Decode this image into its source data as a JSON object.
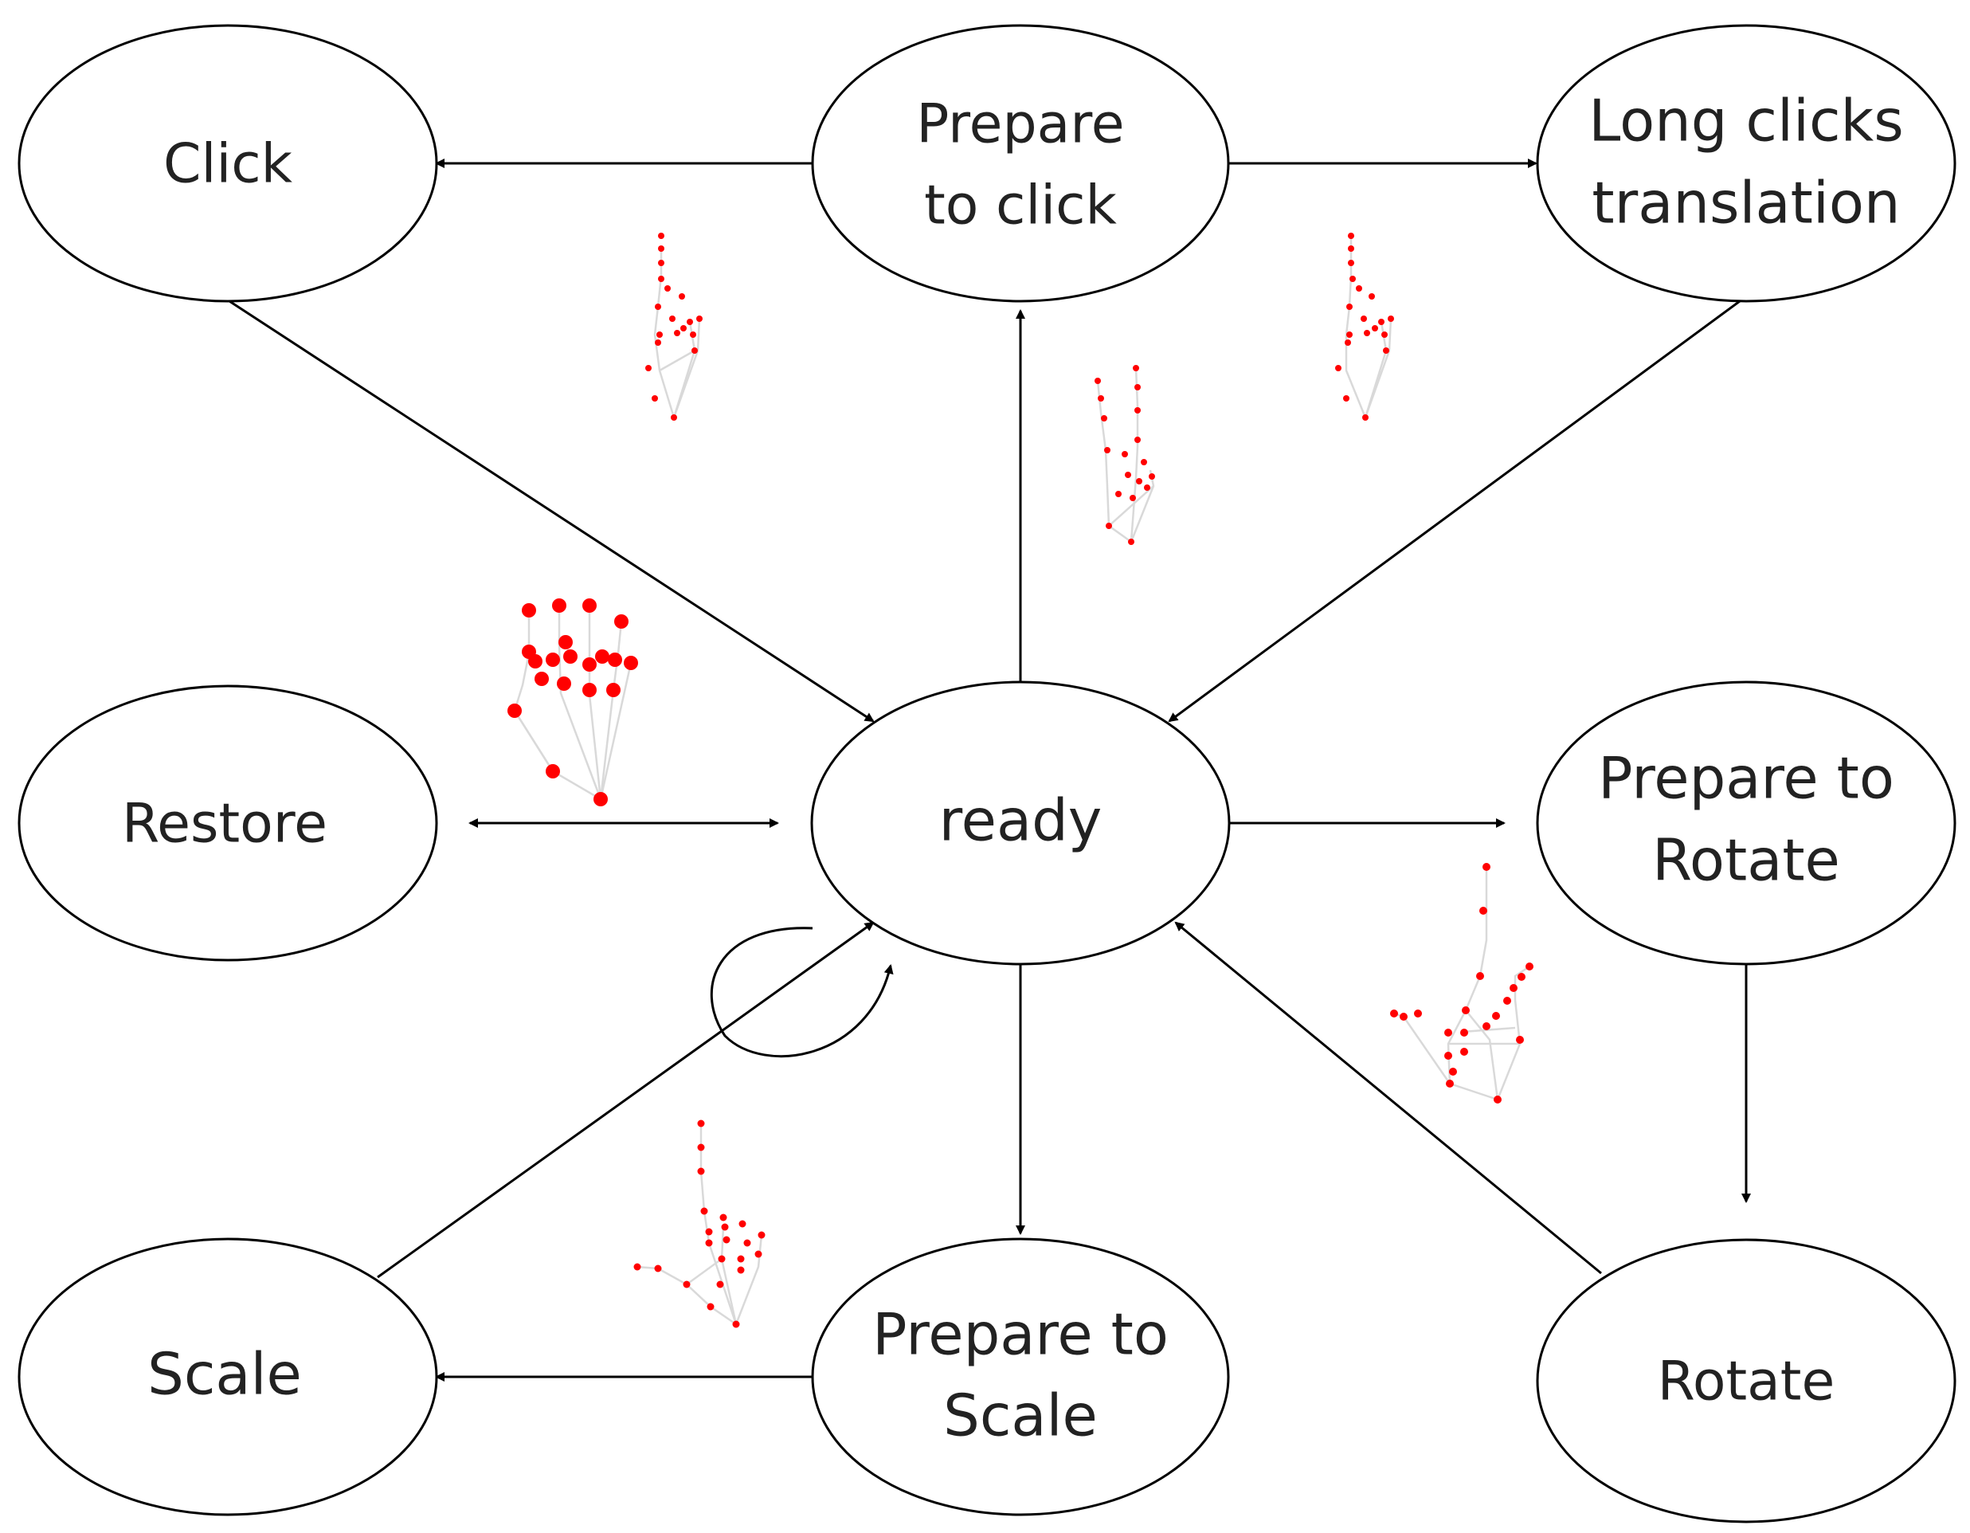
{
  "nodes": {
    "click": {
      "lines": [
        "Click"
      ]
    },
    "prepare_click": {
      "lines": [
        "Prepare",
        "to click"
      ]
    },
    "long_clicks": {
      "lines": [
        "Long clicks",
        "translation"
      ]
    },
    "restore": {
      "lines": [
        "Restore"
      ]
    },
    "ready": {
      "lines": [
        "ready"
      ]
    },
    "prepare_rotate": {
      "lines": [
        "Prepare to",
        "Rotate"
      ]
    },
    "scale": {
      "lines": [
        "Scale"
      ]
    },
    "prepare_scale": {
      "lines": [
        "Prepare to",
        "Scale"
      ]
    },
    "rotate": {
      "lines": [
        "Rotate"
      ]
    }
  },
  "edges": [
    {
      "from": "Prepare to click",
      "to": "Click"
    },
    {
      "from": "Prepare to click",
      "to": "Long clicks translation"
    },
    {
      "from": "Click",
      "to": "ready"
    },
    {
      "from": "Long clicks translation",
      "to": "ready"
    },
    {
      "from": "ready",
      "to": "Prepare to click"
    },
    {
      "from": "ready",
      "to": "Restore",
      "bidirectional": true
    },
    {
      "from": "ready",
      "to": "Prepare to Rotate"
    },
    {
      "from": "Prepare to Rotate",
      "to": "Rotate"
    },
    {
      "from": "Rotate",
      "to": "ready"
    },
    {
      "from": "ready",
      "to": "Prepare to Scale"
    },
    {
      "from": "Prepare to Scale",
      "to": "Scale"
    },
    {
      "from": "Scale",
      "to": "ready"
    },
    {
      "from": "ready",
      "to": "ready",
      "self_loop": true
    }
  ],
  "gesture_icons": [
    "hand-gesture-click-icon",
    "hand-gesture-long-click-icon",
    "hand-gesture-two-fingers-icon",
    "hand-gesture-open-palm-icon",
    "hand-gesture-rotate-icon",
    "hand-gesture-scale-icon"
  ],
  "colors": {
    "joint": "#ff0000",
    "bone": "#d9d9d9",
    "stroke": "#000000"
  }
}
